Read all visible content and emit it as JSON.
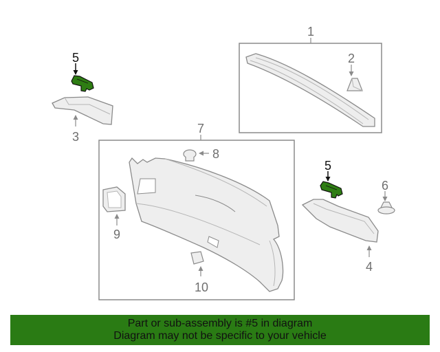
{
  "colors": {
    "highlight": "#2e7d13",
    "banner_bg": "#2a7b14",
    "line": "#8a8a8a",
    "part_fill": "#eeeeee"
  },
  "callouts": {
    "c1": "1",
    "c2": "2",
    "c3": "3",
    "c4": "4",
    "c5a": "5",
    "c5b": "5",
    "c6": "6",
    "c7": "7",
    "c8": "8",
    "c9": "9",
    "c10": "10"
  },
  "banner": {
    "line1": "Part or sub-assembly is #5 in diagram",
    "line2": "Diagram may not be specific to your vehicle"
  }
}
